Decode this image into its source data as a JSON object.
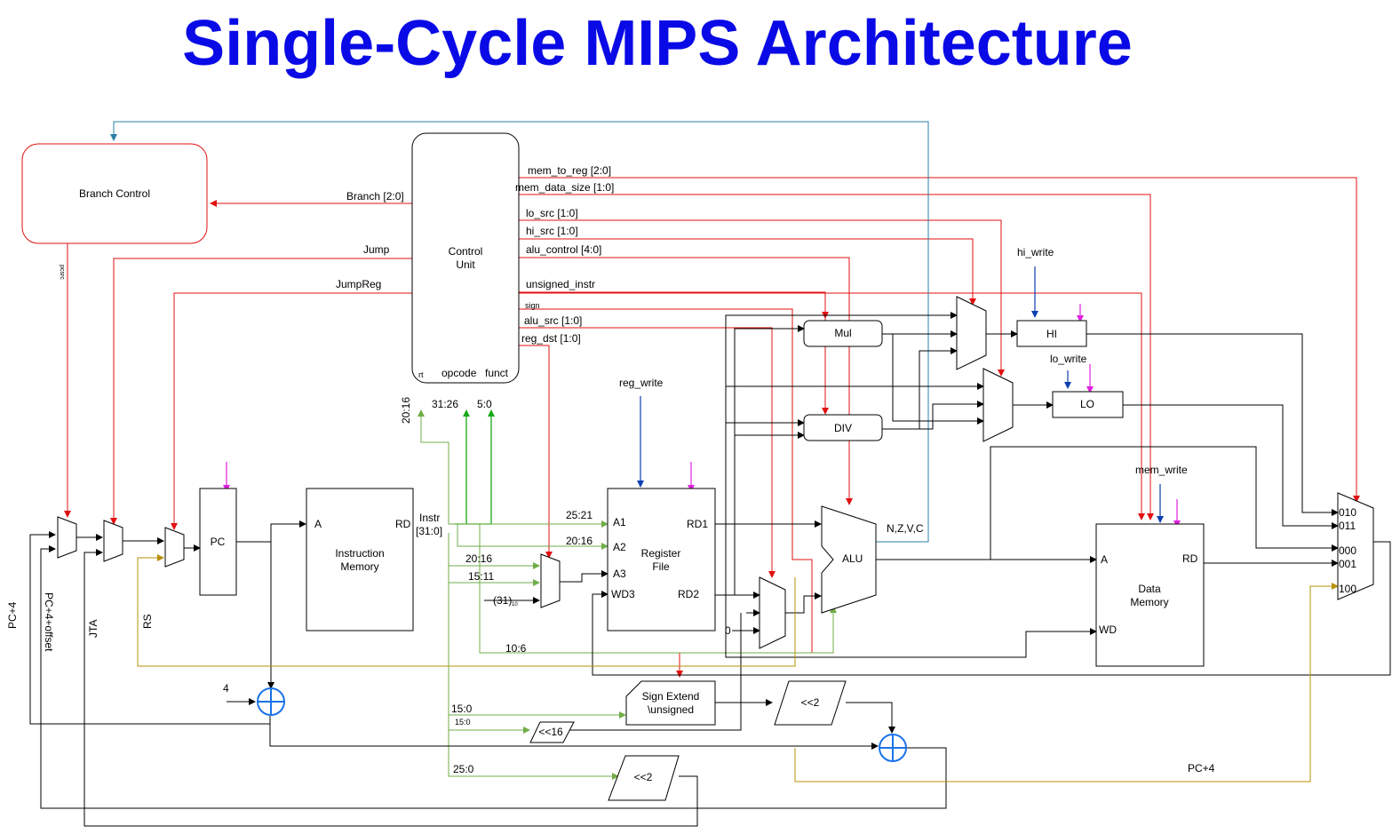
{
  "title": "Single-Cycle MIPS Architecture",
  "blocks": {
    "branch_control": "Branch Control",
    "control_unit_1": "Control",
    "control_unit_2": "Unit",
    "pc": "PC",
    "imem_a": "A",
    "imem_rd": "RD",
    "imem_1": "Instruction",
    "imem_2": "Memory",
    "rf_a1": "A1",
    "rf_a2": "A2",
    "rf_a3": "A3",
    "rf_wd3": "WD3",
    "rf_rd1": "RD1",
    "rf_rd2": "RD2",
    "rf_1": "Register",
    "rf_2": "File",
    "alu": "ALU",
    "mul": "Mul",
    "div": "DIV",
    "hi": "HI",
    "lo": "LO",
    "dmem_a": "A",
    "dmem_rd": "RD",
    "dmem_wd": "WD",
    "dmem_1": "Data",
    "dmem_2": "Memory",
    "sign_extend_1": "Sign Extend",
    "sign_extend_2": "\\unsigned",
    "shl2_a": "<<2",
    "shl2_b": "<<2",
    "shl16": "<<16"
  },
  "signals": {
    "mem_to_reg": "mem_to_reg [2:0]",
    "mem_data_size": "mem_data_size [1:0]",
    "branch": "Branch [2:0]",
    "lo_src": "lo_src [1:0]",
    "hi_src": "hi_src [1:0]",
    "alu_control": "alu_control [4:0]",
    "jump": "Jump",
    "jumpreg": "JumpReg",
    "unsigned_instr": "unsigned_instr",
    "sign": "sign",
    "alu_src": "alu_src [1:0]",
    "reg_dst": "reg_dst [1:0]",
    "cu_rt": "rt",
    "cu_opcode": "opcode",
    "cu_funct": "funct",
    "pcsrc": "pcsrc",
    "hi_write": "hi_write",
    "lo_write": "lo_write",
    "reg_write": "reg_write",
    "mem_write": "mem_write",
    "flags": "N,Z,V,C",
    "instr_1": "Instr",
    "instr_2": "[31:0]",
    "bits_20_16_v": "20:16",
    "bits_31_26": "31:26",
    "bits_5_0": "5:0",
    "bits_25_21": "25:21",
    "bits_20_16_a2": "20:16",
    "bits_20_16_mux": "20:16",
    "bits_15_11": "15:11",
    "bits_31_const": "(31)",
    "bits_31_sub": "10",
    "bits_10_6": "10:6",
    "bits_15_0": "15:0",
    "bits_15_0_small": "15:0",
    "bits_25_0": "25:0",
    "const_4": "4",
    "const_0": "0",
    "pc_plus4_v": "PC+4",
    "pc_plus4_offset_v": "PC+4+offset",
    "jta_v": "JTA",
    "rs_v": "RS",
    "pc_plus4_bottom": "PC+4",
    "mux_010": "010",
    "mux_011": "011",
    "mux_000": "000",
    "mux_001": "001",
    "mux_100": "100"
  }
}
